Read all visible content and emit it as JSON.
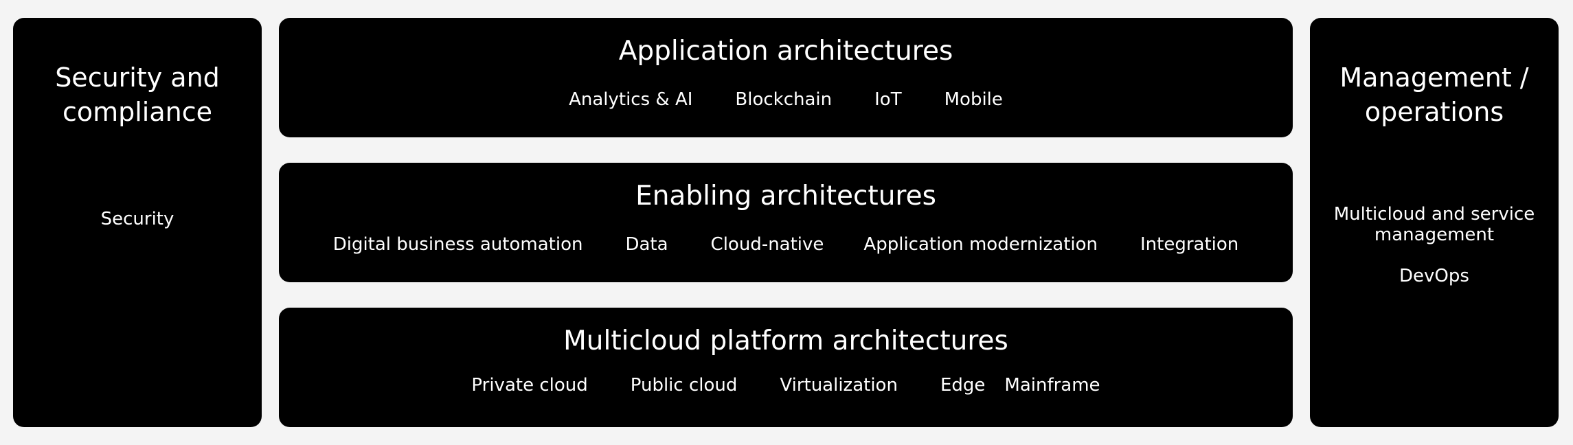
{
  "left": {
    "title": "Security and compliance",
    "items": [
      "Security"
    ]
  },
  "layers": [
    {
      "title": "Application architectures",
      "items": [
        "Analytics & AI",
        "Blockchain",
        "IoT",
        "Mobile"
      ]
    },
    {
      "title": "Enabling architectures",
      "items": [
        "Digital business automation",
        "Data",
        "Cloud-native",
        "Application modernization",
        "Integration"
      ]
    },
    {
      "title": "Multicloud platform architectures",
      "items": [
        "Private cloud",
        "Public cloud",
        "Virtualization",
        "Edge",
        "Mainframe"
      ]
    }
  ],
  "right": {
    "title": "Management / operations",
    "items": [
      "Multicloud and service management",
      "DevOps"
    ]
  }
}
